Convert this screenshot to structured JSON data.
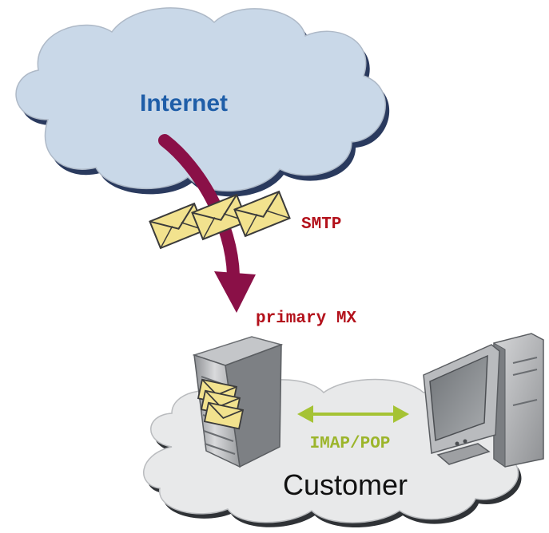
{
  "labels": {
    "internet": "Internet",
    "smtp": "SMTP",
    "primary_mx": "primary MX",
    "imap_pop": "IMAP/POP",
    "customer": "Customer"
  },
  "colors": {
    "cloud_top_fill": "#c9d8e8",
    "cloud_bottom_fill": "#e8e9ea",
    "internet_text": "#1f5ea8",
    "smtp_arrow": "#8a1047",
    "smtp_text": "#b3111b",
    "imap_arrow": "#a5c334",
    "imap_text": "#9cb52b",
    "envelope": "#f2e28e"
  },
  "icons": [
    "cloud-icon",
    "envelope-icon",
    "server-tower-icon",
    "desktop-computer-icon",
    "double-arrow-icon"
  ]
}
